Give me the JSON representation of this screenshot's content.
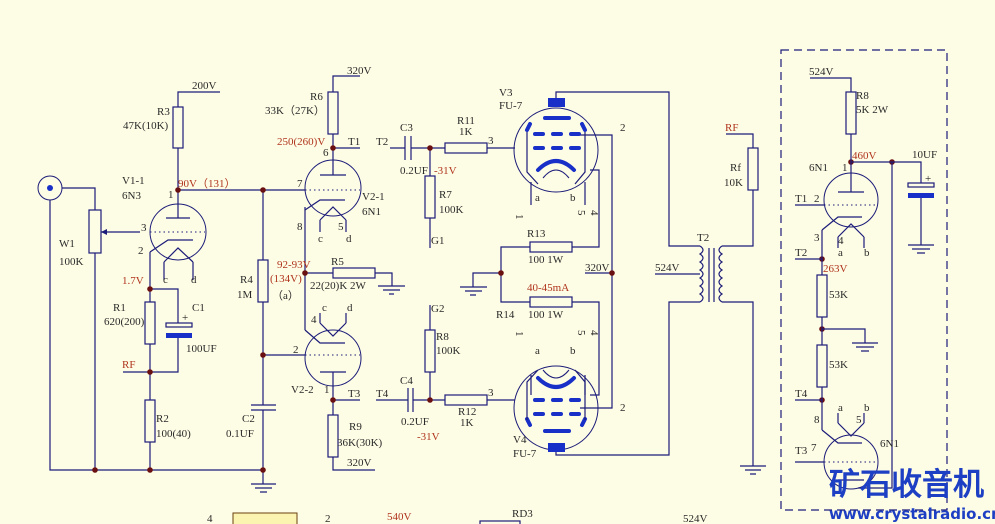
{
  "colors": {
    "wire": "#1c1c7a",
    "tube_elements": "#1830c8",
    "voltage_labels": "#b0341e",
    "node_dots": "#6b1010",
    "background": "#fdfce4"
  },
  "labels": {
    "v200": "200V",
    "r3": "R3",
    "r3_val": "47K(10K)",
    "v1_name": "V1-1",
    "v1_type": "6N3",
    "v1_plate_v": "90V（131）",
    "v1_pin1": "1",
    "v1_pin3": "3",
    "v1_pin2": "2",
    "v1_c": "c",
    "v1_d": "d",
    "w1": "W1",
    "w1_val": "100K",
    "v17": "1.7V",
    "r1": "R1",
    "r1_val": "620(200)",
    "c1": "C1",
    "c1_plus": "+",
    "c1_val": "100UF",
    "rf_left": "RF",
    "r2": "R2",
    "r2_val": "100(40)",
    "r4": "R4",
    "r4_val": "1M",
    "a_note": "（a）",
    "c2": "C2",
    "c2_val": "0.1UF",
    "v320_top": "320V",
    "r6": "R6",
    "r6_val": "33K（27K）",
    "v250": "250(260)V",
    "v21_pin6": "6",
    "t1": "T1",
    "t2": "T2",
    "v21_pin7": "7",
    "v21_name": "V2-1",
    "v21_type": "6N1",
    "v21_pin8": "8",
    "v21_c": "c",
    "v21_pin5": "5",
    "v21_d": "d",
    "v92": "92-93V",
    "v134": "(134V)",
    "r5": "R5",
    "r5_val": "22(20)K 2W",
    "v22_pin4": "4",
    "v22_c": "c",
    "v22_d": "d",
    "v22_pin2": "2",
    "v22_name": "V2-2",
    "v22_pin1": "1",
    "t3": "T3",
    "t4": "T4",
    "r9": "R9",
    "r9_val": "36K(30K)",
    "v320_r9": "320V",
    "c3": "C3",
    "c3_val": "0.2UF",
    "v31_top": "-31V",
    "r11": "R11",
    "r11_val": "1K",
    "v3_pin3": "3",
    "r7": "R7",
    "r7_val": "100K",
    "g1": "G1",
    "g2": "G2",
    "r8_left": "R8",
    "r8_left_val": "100K",
    "c4": "C4",
    "c4_val": "0.2UF",
    "v31_bot": "-31V",
    "r12": "R12",
    "r12_val": "1K",
    "v4_pin3": "3",
    "v3_name": "V3",
    "v3_type": "FU-7",
    "v3_pin2": "2",
    "v3_a": "a",
    "v3_b": "b",
    "v3_pin1": "1",
    "v3_pin5": "5",
    "v3_pin4": "4",
    "r13": "R13",
    "r13_val": "100 1W",
    "v320_mid": "320V",
    "ma": "40-45mA",
    "r14": "R14",
    "r14_val": "100 1W",
    "v4_pin1": "1",
    "v4_pin5": "5",
    "v4_pin4": "4",
    "v4_a": "a",
    "v4_b": "b",
    "v4_pin2": "2",
    "v4_name": "V4",
    "v4_type": "FU-7",
    "rf_right": "RF",
    "rf": "Rf",
    "rf_val": "10K",
    "t2_xfmr": "T2",
    "v524_xfmr": "524V",
    "ps_v524": "524V",
    "ps_r8": "R8",
    "ps_r8_val": "5K 2W",
    "ps_v460": "460V",
    "ps_pin1": "1",
    "ps_6n1_top": "6N1",
    "ps_cap": "10UF",
    "ps_cap_plus": "+",
    "ps_t1": "T1",
    "ps_pin2": "2",
    "ps_pin3": "3",
    "ps_pin4": "4",
    "ps_a1": "a",
    "ps_b1": "b",
    "ps_t2": "T2",
    "ps_v263": "263V",
    "ps_53k_1": "53K",
    "ps_53k_2": "53K",
    "ps_t4": "T4",
    "ps_pin8": "8",
    "ps_a2": "a",
    "ps_b2": "b",
    "ps_pin5": "5",
    "ps_t3": "T3",
    "ps_pin7": "7",
    "ps_6n1_bot": "6N1",
    "bot_4": "4",
    "bot_2": "2",
    "bot_540": "540V",
    "bot_rd3": "RD3",
    "bot_524": "524V"
  },
  "watermark": {
    "cn": "矿石收音机",
    "url": "www.crystalradio.cn"
  }
}
